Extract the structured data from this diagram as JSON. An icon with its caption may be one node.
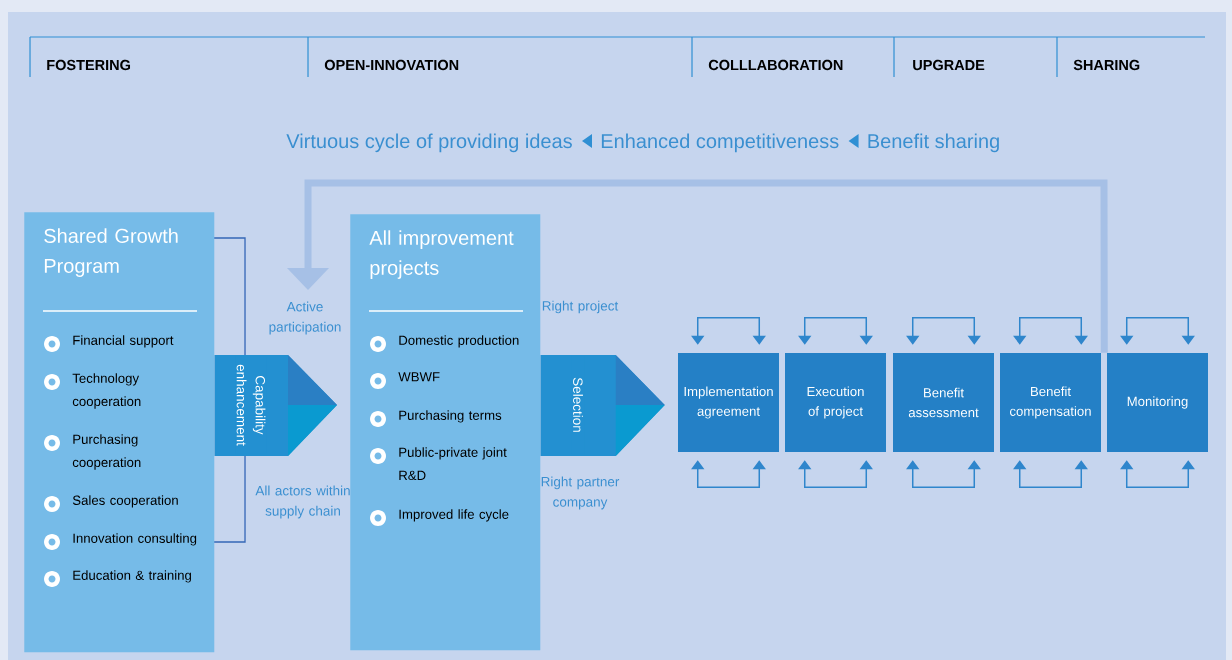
{
  "diagram": {
    "nodes": [
      {
        "text": [
          "Shared Growth Program",
          "Financial support",
          "Technology cooperation",
          "Purchasing cooperation",
          "Sales cooperation",
          "Innovation consulting",
          "Education & training"
        ]
      },
      {
        "text": [
          "All improvement projects",
          "Domestic production",
          "WBWF",
          "Purchasing terms",
          "Public-private joint R&D",
          "Improved life cycle"
        ]
      },
      {
        "text": [
          "Implementation agreement"
        ]
      },
      {
        "text": [
          "Execution of project"
        ]
      },
      {
        "text": [
          "Benefit assessment"
        ]
      },
      {
        "text": [
          "Benefit compensation"
        ]
      },
      {
        "text": [
          "Monitoring"
        ]
      }
    ],
    "edges": [
      {
        "from": 0,
        "to": 1,
        "arrow": "to",
        "label": "Capability enhancement",
        "style": "thick",
        "color": "#2390d1"
      },
      {
        "from": 1,
        "to": 2,
        "arrow": "to",
        "label": "Selection",
        "style": "thick",
        "color": "#2390d1"
      },
      {
        "from": 5,
        "to": null,
        "arrow": "to",
        "style": "thick",
        "color": "#a6c0e6"
      },
      {
        "from": 2,
        "to": 2,
        "arrow": "both"
      },
      {
        "from": 2,
        "to": 2,
        "arrow": "both"
      },
      {
        "from": 3,
        "to": 3,
        "arrow": "both"
      },
      {
        "from": 3,
        "to": 3,
        "arrow": "both"
      },
      {
        "from": 4,
        "to": 4,
        "arrow": "both"
      },
      {
        "from": 4,
        "to": 4,
        "arrow": "both"
      },
      {
        "from": 5,
        "to": 5,
        "arrow": "both"
      },
      {
        "from": 5,
        "to": 5,
        "arrow": "both"
      },
      {
        "from": 6,
        "to": 6,
        "arrow": "both"
      },
      {
        "from": 6,
        "to": 6,
        "arrow": "both"
      }
    ],
    "labels": [
      "FOSTERING",
      "OPEN-INNOVATION",
      "COLLLABORATION",
      "UPGRADE",
      "SHARING",
      "Virtuous cycle of providing ideas",
      "Enhanced competitiveness",
      "Benefit sharing",
      "Active participation",
      "Right project",
      "All actors within supply chain",
      "Right partner company"
    ]
  }
}
